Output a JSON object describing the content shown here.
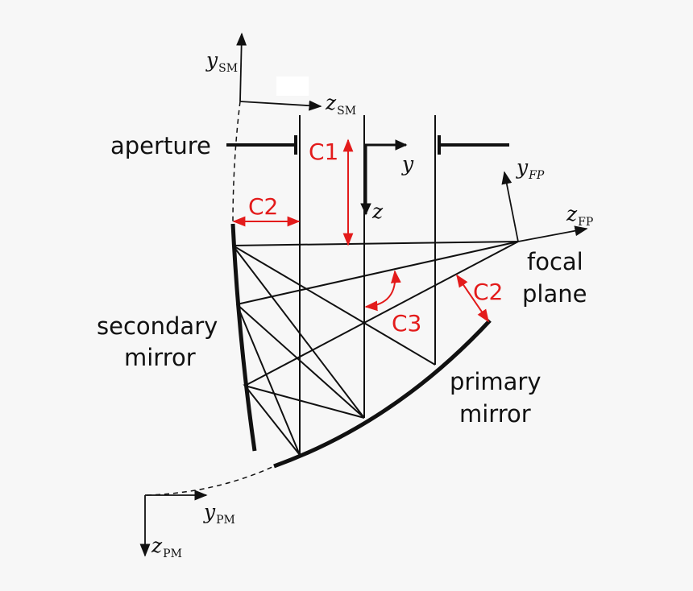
{
  "colors": {
    "background": "#f7f7f7",
    "ink": "#111111",
    "annotation": "#e31b1b",
    "patch": "#ffffff"
  },
  "labels": {
    "aperture": "aperture",
    "secondary_mirror_line1": "secondary",
    "secondary_mirror_line2": "mirror",
    "primary_mirror_line1": "primary",
    "primary_mirror_line2": "mirror",
    "focal_plane_line1": "focal",
    "focal_plane_line2": "plane"
  },
  "constraints": {
    "c1": "C1",
    "c2_top": "C2",
    "c2_right": "C2",
    "c3": "C3"
  },
  "axes": {
    "sm": {
      "y_var": "y",
      "y_sub": "SM",
      "z_var": "z",
      "z_sub": "SM"
    },
    "aperture": {
      "y_var": "y",
      "z_var": "z"
    },
    "fp": {
      "y_var": "y",
      "y_sub": "FP",
      "z_var": "z",
      "z_sub": "FP"
    },
    "pm": {
      "y_var": "y",
      "y_sub": "PM",
      "z_var": "z",
      "z_sub": "PM"
    }
  }
}
